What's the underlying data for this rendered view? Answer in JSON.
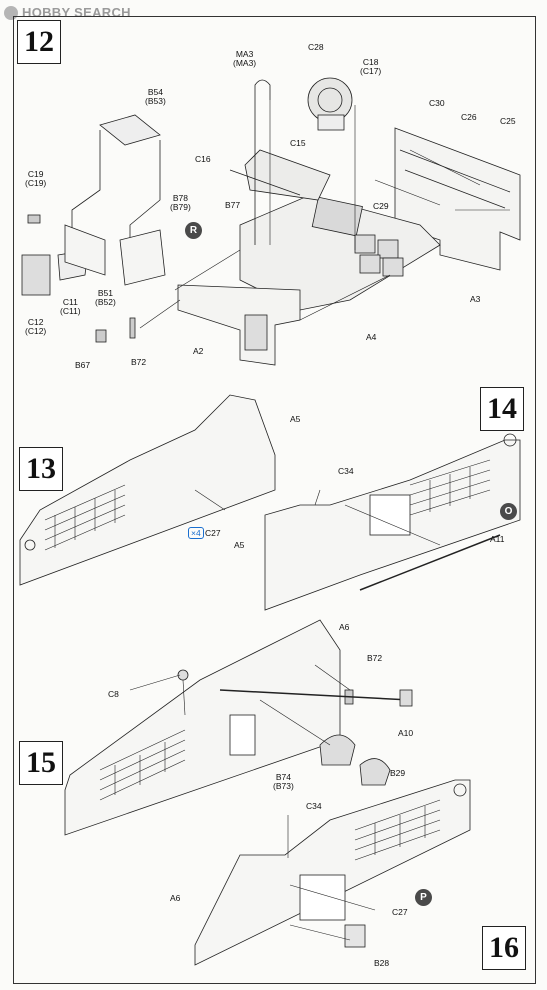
{
  "watermark": "HOBBY SEARCH",
  "steps": {
    "s12": "12",
    "s13": "13",
    "s14": "14",
    "s15": "15",
    "s16": "16"
  },
  "badges": {
    "r": "R",
    "o": "O",
    "p": "P"
  },
  "qty": "×4",
  "labels": {
    "ma3": "MA3\n(MA3)",
    "c28": "C28",
    "c18": "C18\n(C17)",
    "b54": "B54\n(B53)",
    "c30": "C30",
    "c26": "C26",
    "c25": "C25",
    "c15": "C15",
    "c16": "C16",
    "b78": "B78\n(B79)",
    "b77": "B77",
    "c29": "C29",
    "c19": "C19\n(C19)",
    "c11": "C11\n(C11)",
    "b51": "B51\n(B52)",
    "c12": "C12\n(C12)",
    "a3": "A3",
    "a4": "A4",
    "a2": "A2",
    "b67": "B67",
    "b72a": "B72",
    "a5a": "A5",
    "c27a": "C27",
    "c34a": "C34",
    "a5b": "A5",
    "a11": "A11",
    "a6a": "A6",
    "b72b": "B72",
    "c8": "C8",
    "a10": "A10",
    "b74": "B74\n(B73)",
    "b29": "B29",
    "c34b": "C34",
    "a6b": "A6",
    "c27b": "C27",
    "b28": "B28"
  }
}
